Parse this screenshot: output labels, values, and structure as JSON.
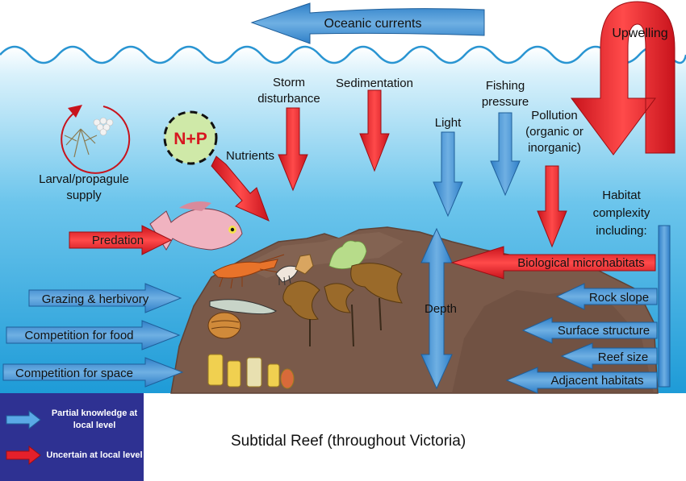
{
  "colors": {
    "sea_top": "#ffffff",
    "sea_bottom": "#1a9ad6",
    "reef": "#7a5a4a",
    "arrow_blue": "#4a8fcf",
    "arrow_red": "#e4202b",
    "legend_bg": "#2e3192"
  },
  "labels": {
    "oceanic_currents": "Oceanic currents",
    "upwelling": "Upwelling",
    "storm_1": "Storm",
    "storm_2": "disturbance",
    "sedimentation": "Sedimentation",
    "fishing_1": "Fishing",
    "fishing_2": "pressure",
    "light": "Light",
    "pollution_1": "Pollution",
    "pollution_2": "(organic or",
    "pollution_3": "inorganic)",
    "nutrients": "Nutrients",
    "np": "N+P",
    "larval_1": "Larval/propagule",
    "larval_2": "supply",
    "habitat_1": "Habitat",
    "habitat_2": "complexity",
    "habitat_3": "including:",
    "predation": "Predation",
    "grazing": "Grazing & herbivory",
    "competition_food": "Competition for food",
    "competition_space": "Competition for space",
    "depth": "Depth",
    "biological_microhabitats": "Biological microhabitats",
    "rock_slope": "Rock slope",
    "surface_structure": "Surface structure",
    "reef_size": "Reef size",
    "adjacent_habitats": "Adjacent habitats"
  },
  "legend": {
    "partial": "Partial knowledge at local level",
    "uncertain": "Uncertain at local level"
  },
  "caption": "Subtidal Reef (throughout Victoria)"
}
